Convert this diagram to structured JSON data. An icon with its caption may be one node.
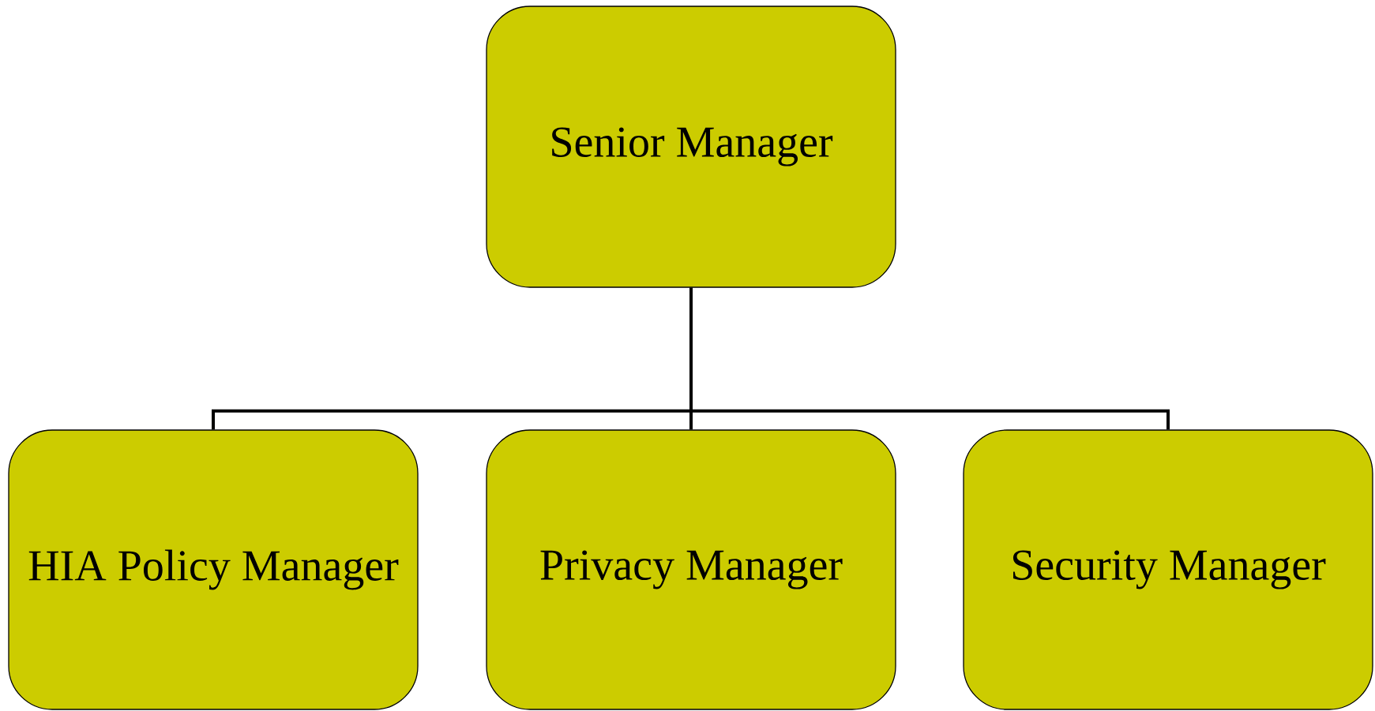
{
  "diagram": {
    "nodes": [
      {
        "text": [
          "Senior Manager"
        ]
      },
      {
        "text": [
          "HIA Policy Manager"
        ]
      },
      {
        "text": [
          "Privacy Manager"
        ]
      },
      {
        "text": [
          "Security Manager"
        ]
      }
    ],
    "edges": [
      {
        "from": 0,
        "to": 1,
        "arrow": "none"
      },
      {
        "from": 0,
        "to": 2,
        "arrow": "none"
      },
      {
        "from": 0,
        "to": 3,
        "arrow": "none"
      }
    ]
  }
}
